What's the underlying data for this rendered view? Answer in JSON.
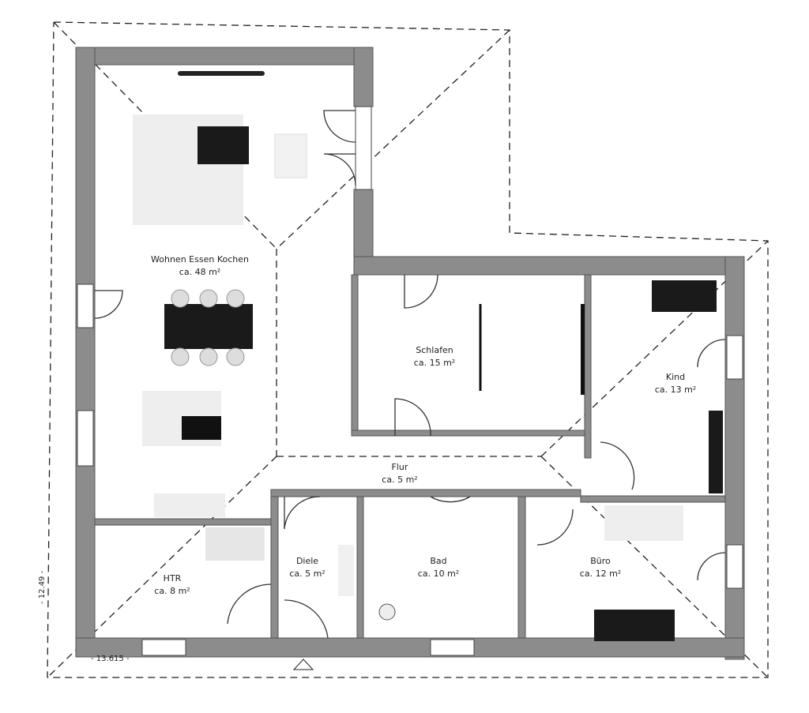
{
  "rooms": [
    {
      "name": "Wohnen Essen Kochen",
      "area": "ca. 48 m²"
    },
    {
      "name": "Schlafen",
      "area": "ca. 15 m²"
    },
    {
      "name": "Kind",
      "area": "ca. 13 m²"
    },
    {
      "name": "Flur",
      "area": "ca. 5 m²"
    },
    {
      "name": "Diele",
      "area": "ca. 5 m²"
    },
    {
      "name": "Bad",
      "area": "ca. 10 m²"
    },
    {
      "name": "Büro",
      "area": "ca. 12 m²"
    },
    {
      "name": "HTR",
      "area": "ca. 8 m²"
    }
  ],
  "dimensions": {
    "width": "- 13.615 -",
    "depth": "- 12.49 -"
  },
  "colors": {
    "wall": "#8c8c8c",
    "furniture_dark": "#1a1a1a"
  }
}
